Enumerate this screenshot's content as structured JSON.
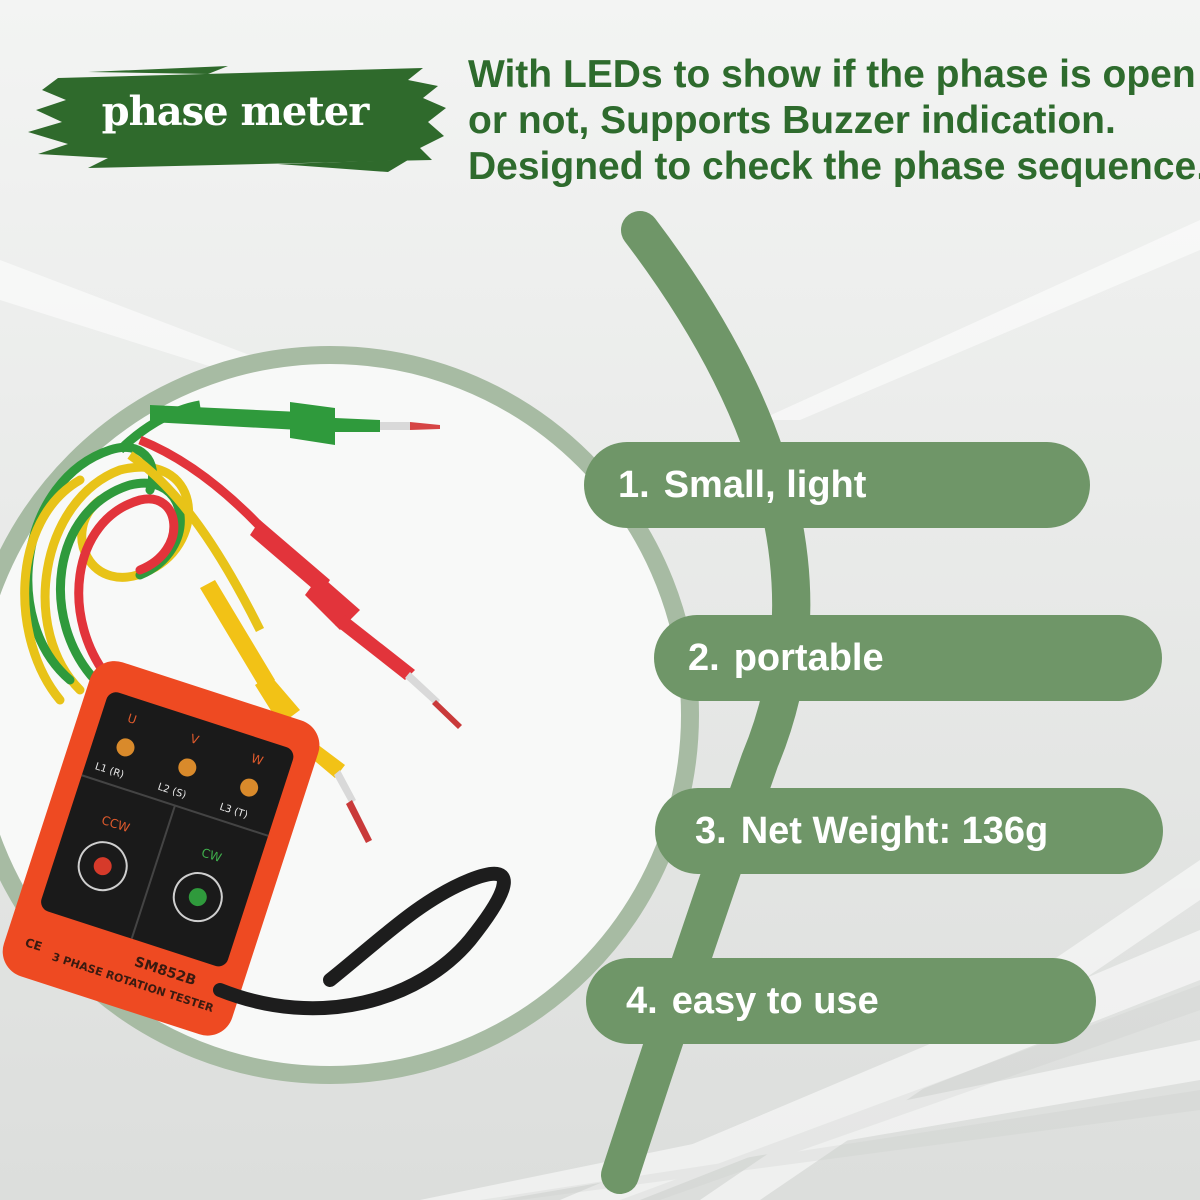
{
  "badge": {
    "label": "phase meter"
  },
  "headline": {
    "lines": [
      "With LEDs to show if the phase is open",
      "or not, Supports Buzzer indication.",
      "Designed to check the phase sequence."
    ]
  },
  "features": [
    {
      "num": "1.",
      "label": "Small, light"
    },
    {
      "num": "2.",
      "label": "portable"
    },
    {
      "num": "3.",
      "label": "Net Weight: 136g"
    },
    {
      "num": "4.",
      "label": "easy to use"
    }
  ],
  "device": {
    "model": "SM852B",
    "name": "3 PHASE ROTATION TESTER",
    "leds": [
      {
        "top": "U",
        "bottom": "L1 (R)"
      },
      {
        "top": "V",
        "bottom": "L2 (S)"
      },
      {
        "top": "W",
        "bottom": "L3 (T)"
      }
    ],
    "ccw_label": "CCW",
    "cw_label": "CW",
    "ce_mark": "CE"
  },
  "colors": {
    "brand_green": "#2e6b2d",
    "pill_green": "#6f9668",
    "arc_green": "#6f9668",
    "device_orange": "#ee4a22",
    "probe_green": "#2f9a3c",
    "probe_red": "#e2343b",
    "probe_yellow": "#f2c216"
  }
}
